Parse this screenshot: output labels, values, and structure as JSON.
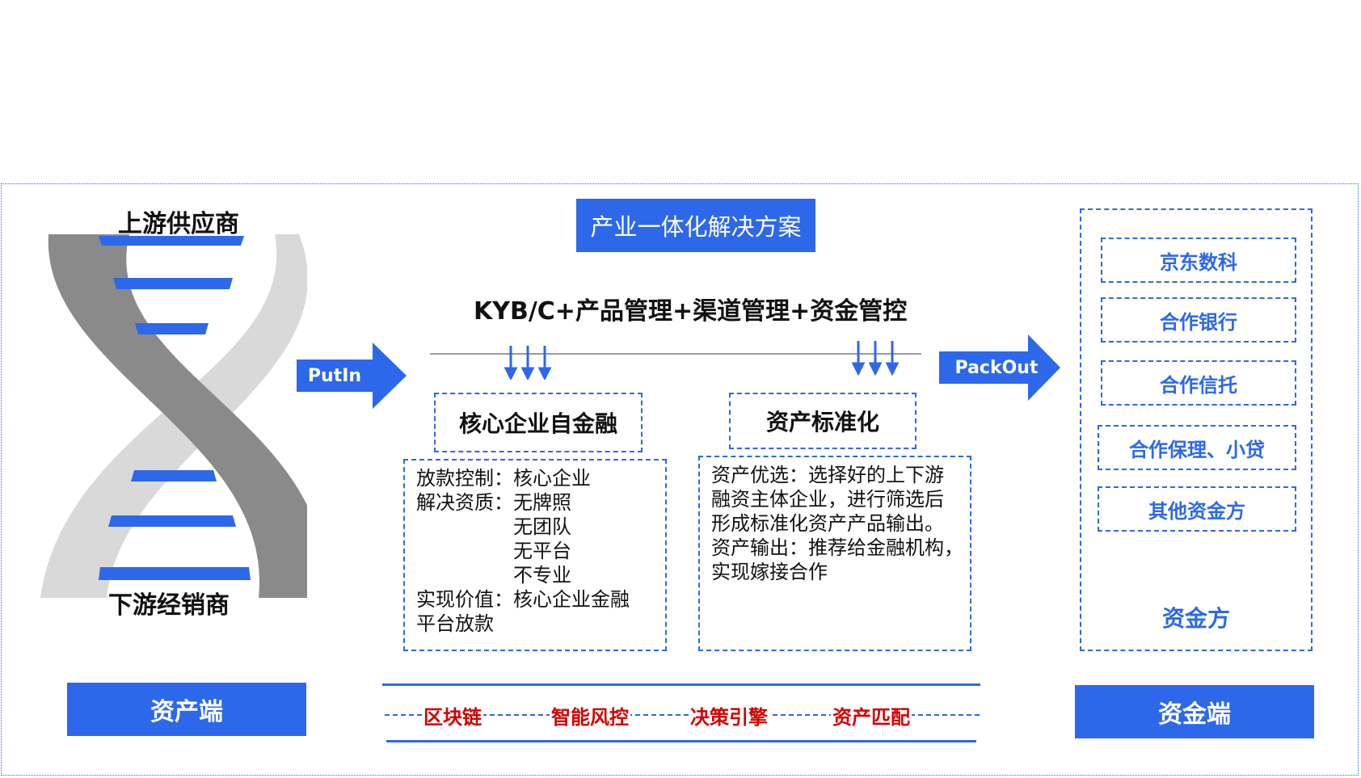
{
  "asset_side": {
    "upstream": "上游供应商",
    "downstream": "下游经销商",
    "label": "资产端"
  },
  "arrows": {
    "put_in": "PutIn",
    "pack_out": "PackOut"
  },
  "solution": {
    "title": "产业一体化解决方案",
    "subtitle": "KYB/C+产品管理+渠道管理+资金管控",
    "core_finance": {
      "title": "核心企业自金融",
      "lines": [
        "放款控制：核心企业",
        "解决资质：无牌照",
        "　　　　　无团队",
        "　　　　　无平台",
        "　　　　　不专业",
        "实现价值：核心企业金融",
        "平台放款"
      ]
    },
    "standardization": {
      "title": "资产标准化",
      "lines": [
        "资产优选：选择好的上下游",
        "融资主体企业，进行筛选后",
        "形成标准化资产产品输出。",
        "资产输出：推荐给金融机构，",
        "实现嫁接合作"
      ]
    },
    "tech": [
      "区块链",
      "智能风控",
      "决策引擎",
      "资产匹配"
    ]
  },
  "fund_side": {
    "items": [
      "京东数科",
      "合作银行",
      "合作信托",
      "合作保理、小贷",
      "其他资金方"
    ],
    "group_label": "资金方",
    "label": "资金端"
  },
  "colors": {
    "brand_blue": "#2d68ea",
    "tech_red": "#d40000",
    "dna_dark": "#8a8a8a",
    "dna_light": "#d9d9d9"
  }
}
